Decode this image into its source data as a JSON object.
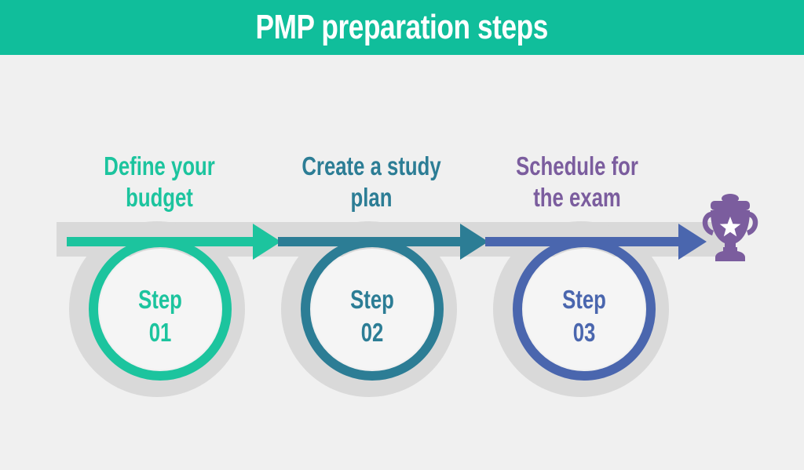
{
  "header": {
    "title": "PMP preparation steps"
  },
  "colors": {
    "header-bg": "#10BE9B",
    "title-text": "#FFFFFF",
    "step1": "#1CC49E",
    "step2": "#2C7D95",
    "step3": "#4A66AE",
    "purple": "#7B5D9E",
    "gray": "#D9D9D9",
    "inner-fill": "#F5F5F5",
    "page-bg": "#F0F0F0"
  },
  "steps": [
    {
      "title_lines": [
        "Define your",
        "budget"
      ],
      "step_word": "Step",
      "step_number": "01"
    },
    {
      "title_lines": [
        "Create a study",
        "plan"
      ],
      "step_word": "Step",
      "step_number": "02"
    },
    {
      "title_lines": [
        "Schedule for",
        "the exam"
      ],
      "step_word": "Step",
      "step_number": "03"
    }
  ],
  "goal": {
    "icon": "trophy-icon",
    "star": "star-icon"
  }
}
